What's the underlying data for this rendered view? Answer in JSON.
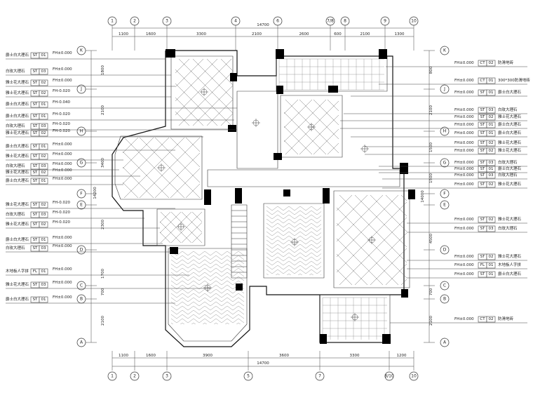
{
  "top_axes": {
    "labels": [
      "1",
      "2",
      "3",
      "4",
      "6",
      "7/8",
      "8",
      "9",
      "10"
    ],
    "dims": [
      "1100",
      "1600",
      "3300",
      "2100",
      "2600",
      "600",
      "2100",
      "1300"
    ],
    "total": "14700"
  },
  "bottom_axes": {
    "labels": [
      "1",
      "2",
      "3",
      "5",
      "7",
      "8/10",
      "10"
    ],
    "dims": [
      "1100",
      "1600",
      "3900",
      "3600",
      "3300",
      "1200"
    ],
    "total": "14700"
  },
  "side_axes": {
    "labels": [
      "K",
      "J",
      "H",
      "G",
      "F",
      "E",
      "D",
      "C",
      "B",
      "A"
    ],
    "left_dims": [
      "1800",
      "2100",
      "3400",
      "2300",
      "1700",
      "700",
      "2100"
    ],
    "left_total": "14200",
    "right_dims": [
      "800",
      "2100",
      "1500",
      "1500",
      "4500",
      "700",
      "2100"
    ],
    "right_total": "14000"
  },
  "left_labels": [
    {
      "name": "爵士白大理石",
      "tag": "ST",
      "num": "01",
      "elev": "FH±0.000"
    },
    {
      "name": "白玫大理石",
      "tag": "ST",
      "num": "03",
      "elev": "FH±0.000"
    },
    {
      "name": "雅士花大理石",
      "tag": "ST",
      "num": "02",
      "elev": "FH±0.000"
    },
    {
      "name": "雅士花大理石",
      "tag": "ST",
      "num": "02",
      "elev": "FH-0.020"
    },
    {
      "name": "爵士白大理石",
      "tag": "ST",
      "num": "01",
      "elev": "FH-0.040"
    },
    {
      "name": "爵士白大理石",
      "tag": "ST",
      "num": "01",
      "elev": "FH-0.020"
    },
    {
      "name": "白玫大理石",
      "tag": "ST",
      "num": "03",
      "elev": "FH-0.020"
    },
    {
      "name": "雅士花大理石",
      "tag": "ST",
      "num": "02",
      "elev": "FH-0.020"
    },
    {
      "name": "爵士白大理石",
      "tag": "ST",
      "num": "01",
      "elev": "FH±0.000"
    },
    {
      "name": "雅士花大理石",
      "tag": "ST",
      "num": "02",
      "elev": "FH±0.000"
    },
    {
      "name": "白玫大理石",
      "tag": "ST",
      "num": "03",
      "elev": "FH±0.000"
    },
    {
      "name": "雅士花大理石",
      "tag": "ST",
      "num": "02",
      "elev": "FH±0.000"
    },
    {
      "name": "爵士白大理石",
      "tag": "ST",
      "num": "01",
      "elev": "FH±0.000"
    },
    {
      "name": "雅士花大理石",
      "tag": "ST",
      "num": "02",
      "elev": "FH-0.020"
    },
    {
      "name": "白玫大理石",
      "tag": "ST",
      "num": "03",
      "elev": "FH-0.020"
    },
    {
      "name": "雅士花大理石",
      "tag": "ST",
      "num": "02",
      "elev": "FH-0.020"
    },
    {
      "name": "爵士白大理石",
      "tag": "ST",
      "num": "01",
      "elev": "FH±0.000"
    },
    {
      "name": "白玫大理石",
      "tag": "ST",
      "num": "03",
      "elev": "FH±0.000"
    },
    {
      "name": "木地板人字拼",
      "tag": "FL",
      "num": "01",
      "elev": "FH±0.000"
    },
    {
      "name": "雅士花大理石",
      "tag": "ST",
      "num": "03",
      "elev": "FH±0.000"
    },
    {
      "name": "爵士白大理石",
      "tag": "ST",
      "num": "01",
      "elev": "FH±0.000"
    }
  ],
  "right_labels": [
    {
      "elev": "FH±0.000",
      "tag": "CT",
      "num": "02",
      "name": "防滑地砖"
    },
    {
      "elev": "FH±0.000",
      "tag": "CT",
      "num": "01",
      "name": "300*300防滑地砖"
    },
    {
      "elev": "FH±0.000",
      "tag": "ST",
      "num": "01",
      "name": "爵士白大理石"
    },
    {
      "elev": "FH±0.000",
      "tag": "ST",
      "num": "03",
      "name": "白玫大理石"
    },
    {
      "elev": "FH±0.000",
      "tag": "ST",
      "num": "02",
      "name": "雅士花大理石"
    },
    {
      "elev": "FH±0.000",
      "tag": "ST",
      "num": "01",
      "name": "爵士白大理石"
    },
    {
      "elev": "FH±0.000",
      "tag": "ST",
      "num": "01",
      "name": "爵士白大理石"
    },
    {
      "elev": "FH±0.000",
      "tag": "ST",
      "num": "02",
      "name": "雅士花大理石"
    },
    {
      "elev": "FH±0.000",
      "tag": "ST",
      "num": "02",
      "name": "雅士花大理石"
    },
    {
      "elev": "FH±0.000",
      "tag": "ST",
      "num": "03",
      "name": "白玫大理石"
    },
    {
      "elev": "FH±0.000",
      "tag": "ST",
      "num": "01",
      "name": "爵士白大理石"
    },
    {
      "elev": "FH±0.000",
      "tag": "ST",
      "num": "03",
      "name": "白玫大理石"
    },
    {
      "elev": "FH±0.000",
      "tag": "ST",
      "num": "02",
      "name": "雅士花大理石"
    },
    {
      "elev": "FH±0.000",
      "tag": "ST",
      "num": "02",
      "name": "雅士花大理石"
    },
    {
      "elev": "FH±0.000",
      "tag": "ST",
      "num": "03",
      "name": "白玫大理石"
    },
    {
      "elev": "FH±0.000",
      "tag": "ST",
      "num": "02",
      "name": "雅士花大理石"
    },
    {
      "elev": "FH±0.000",
      "tag": "FL",
      "num": "01",
      "name": "木地板人字拼"
    },
    {
      "elev": "FH±0.000",
      "tag": "ST",
      "num": "01",
      "name": "爵士白大理石"
    },
    {
      "elev": "FH±0.000",
      "tag": "CT",
      "num": "02",
      "name": "防滑地砖"
    }
  ]
}
